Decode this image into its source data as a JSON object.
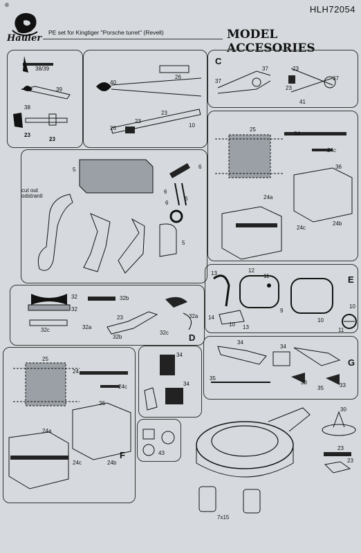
{
  "header": {
    "registered": "®",
    "brand": "Hauler",
    "code": "HLH72054",
    "subtitle": "PE set for Kingtiger \"Porsche turret\" (Revell)",
    "title": "MODEL ACCESORIES"
  },
  "panels": {
    "p1": {
      "labels": [
        "38/39",
        "39",
        "38",
        "23",
        "23"
      ]
    },
    "p2": {
      "labels": [
        "40",
        "26",
        "26",
        "23",
        "23",
        "10"
      ]
    },
    "pC": {
      "letter": "C",
      "labels": [
        "37",
        "37",
        "37",
        "23",
        "23",
        "41"
      ]
    },
    "pRight1": {
      "labels": [
        "25",
        "24",
        "24c",
        "36",
        "24a",
        "24c",
        "24b"
      ]
    },
    "pMid": {
      "labels": [
        "5",
        "6",
        "6",
        "6",
        "6",
        "5"
      ],
      "note1": "cut out",
      "note2": "odstranit"
    },
    "pD": {
      "letter": "D",
      "labels": [
        "32",
        "32",
        "32b",
        "32c",
        "32a",
        "23",
        "32b",
        "32a",
        "32c"
      ]
    },
    "pE": {
      "letter": "E",
      "labels": [
        "13",
        "12",
        "11",
        "9",
        "14",
        "10",
        "13",
        "10",
        "10",
        "11"
      ]
    },
    "pF": {
      "letter": "F",
      "labels": [
        "25",
        "24",
        "24c",
        "36",
        "24a",
        "24c",
        "24b"
      ]
    },
    "pSmall": {
      "labels": [
        "34",
        "34"
      ]
    },
    "pG": {
      "letter": "G",
      "labels": [
        "34",
        "34",
        "35",
        "33",
        "35",
        "33"
      ]
    },
    "pSmall2": {
      "labels": [
        "43"
      ]
    },
    "pBottom": {
      "labels": [
        "7x15"
      ]
    },
    "pR30": {
      "labels": [
        "30"
      ]
    },
    "pR23": {
      "labels": [
        "23",
        "23"
      ]
    }
  }
}
